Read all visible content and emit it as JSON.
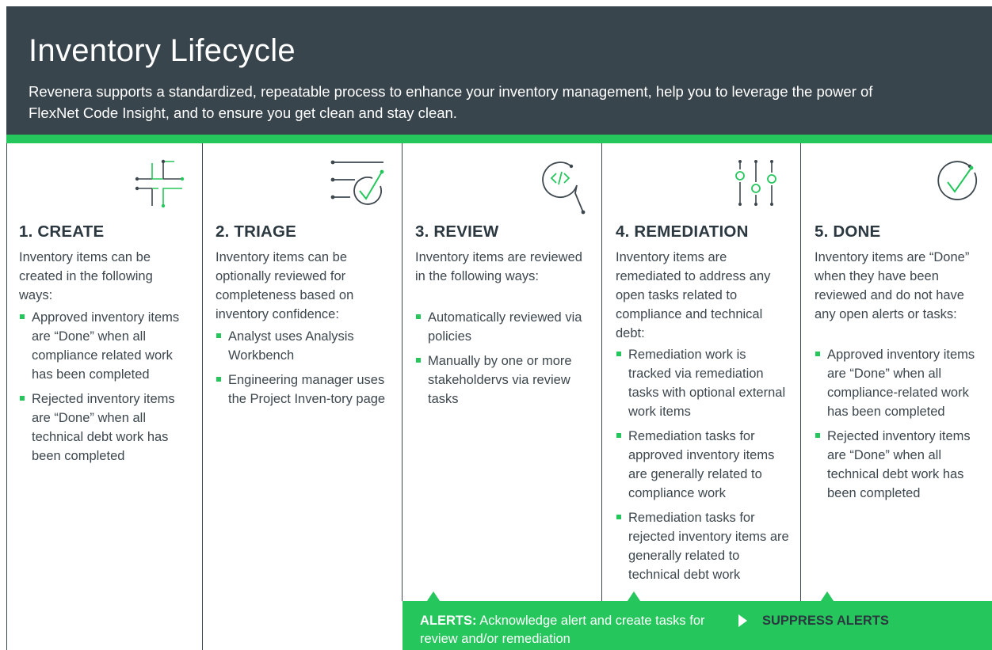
{
  "header": {
    "title": "Inventory Lifecycle",
    "subtitle": "Revenera supports a standardized, repeatable process to enhance your inventory management, help you to leverage the power of FlexNet Code Insight, and to ensure you get clean and stay clean."
  },
  "colors": {
    "header_bg": "#39454d",
    "accent_green": "#25c75c",
    "text": "#3d474e"
  },
  "columns": [
    {
      "icon": "plus-connector-icon",
      "title": "1. CREATE",
      "intro": "Inventory items can be created in the following ways:",
      "bullets": [
        "Approved inventory items are “Done” when all compliance related work has been completed",
        "Rejected inventory items are “Done” when all technical debt work has been completed"
      ]
    },
    {
      "icon": "list-check-icon",
      "title": "2. TRIAGE",
      "intro": "Inventory items can be optionally reviewed for completeness based on inventory confidence:",
      "bullets": [
        "Analyst uses Analysis Workbench",
        "Engineering manager uses the Project Inven-tory page"
      ]
    },
    {
      "icon": "code-magnifier-icon",
      "title": "3. REVIEW",
      "intro": "Inventory items are reviewed in the following ways:",
      "bullets": [
        "Automatically reviewed via policies",
        "Manually by one or more stakeholdervs via review tasks"
      ]
    },
    {
      "icon": "sliders-icon",
      "title": "4. REMEDIATION",
      "intro": "Inventory items are remediated to address any open tasks related to compliance and technical debt:",
      "bullets": [
        "Remediation work is tracked via remediation tasks with optional external work items",
        "Remediation tasks for approved inventory items are generally related to compliance work",
        "Remediation tasks for rejected inventory items are generally related to technical debt work"
      ]
    },
    {
      "icon": "circle-check-icon",
      "title": "5. DONE",
      "intro": "Inventory items are “Done” when they have been reviewed and do not have any open alerts or tasks:",
      "bullets": [
        "Approved inventory items are “Done” when all compliance-related work has been completed",
        "Rejected inventory items are “Done” when all technical debt work has been completed"
      ]
    }
  ],
  "alerts": {
    "label": "ALERTS:",
    "text": "Acknowledge alert and create tasks for review and/or remediation",
    "suppress_label": "SUPPRESS ALERTS"
  }
}
